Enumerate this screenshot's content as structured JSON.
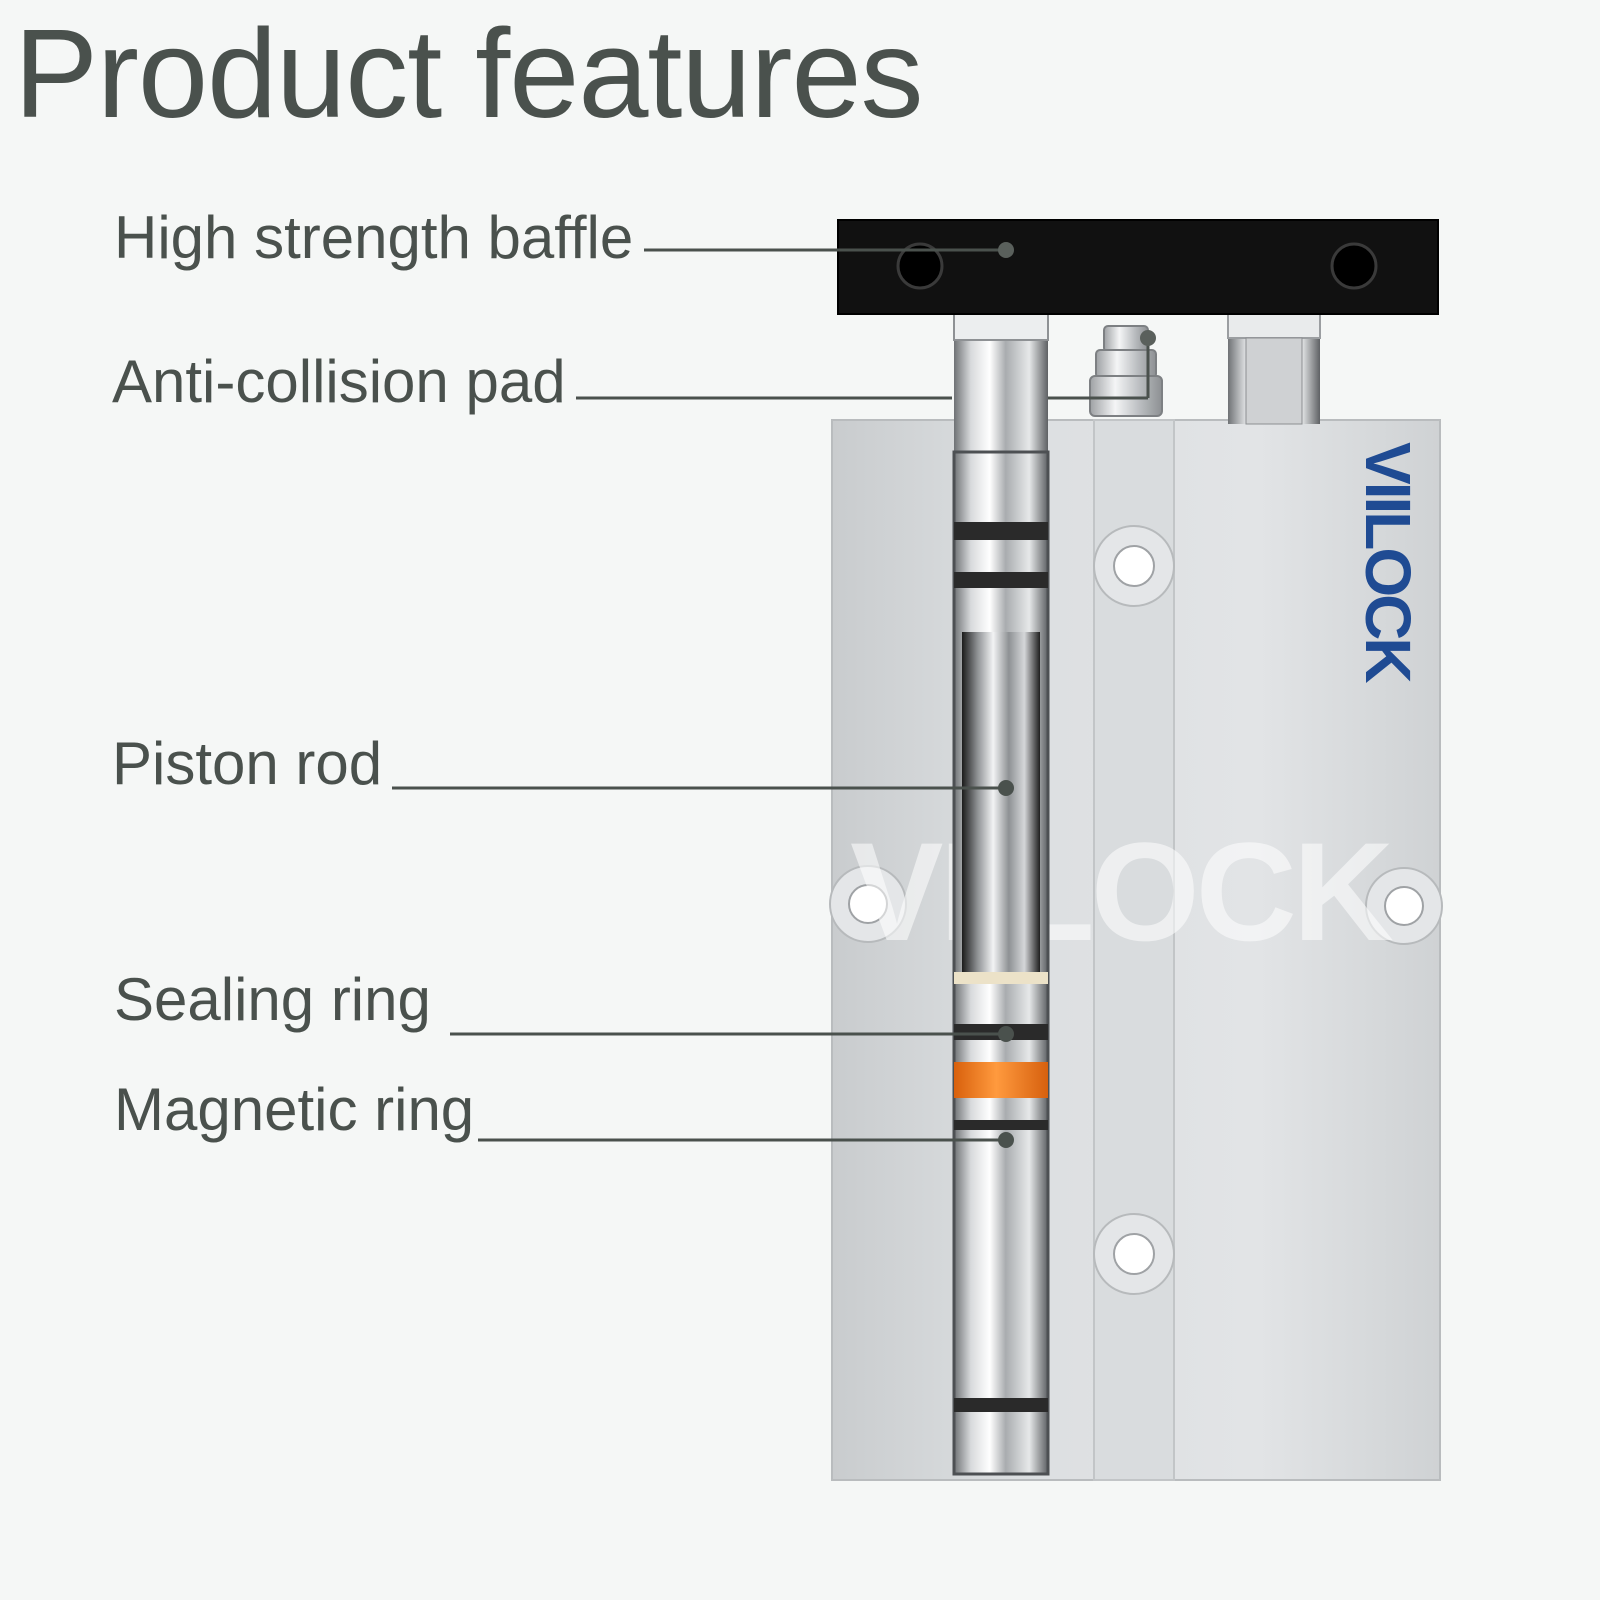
{
  "title": "Product features",
  "brand": {
    "vertical_logo": "VIILOCK",
    "watermark": "VIILOCK",
    "logo_color": "#1f4b93"
  },
  "callouts": [
    {
      "id": "baffle",
      "label": "High strength baffle"
    },
    {
      "id": "pad",
      "label": "Anti-collision pad"
    },
    {
      "id": "rod",
      "label": "Piston rod"
    },
    {
      "id": "seal",
      "label": "Sealing ring"
    },
    {
      "id": "magnet",
      "label": "Magnetic ring"
    }
  ],
  "colors": {
    "text": "#4a514d",
    "baffle": "#111111",
    "body": "#d4d7d9",
    "magnetic_ring": "#f07a1f",
    "seal": "#2a2a2a"
  }
}
